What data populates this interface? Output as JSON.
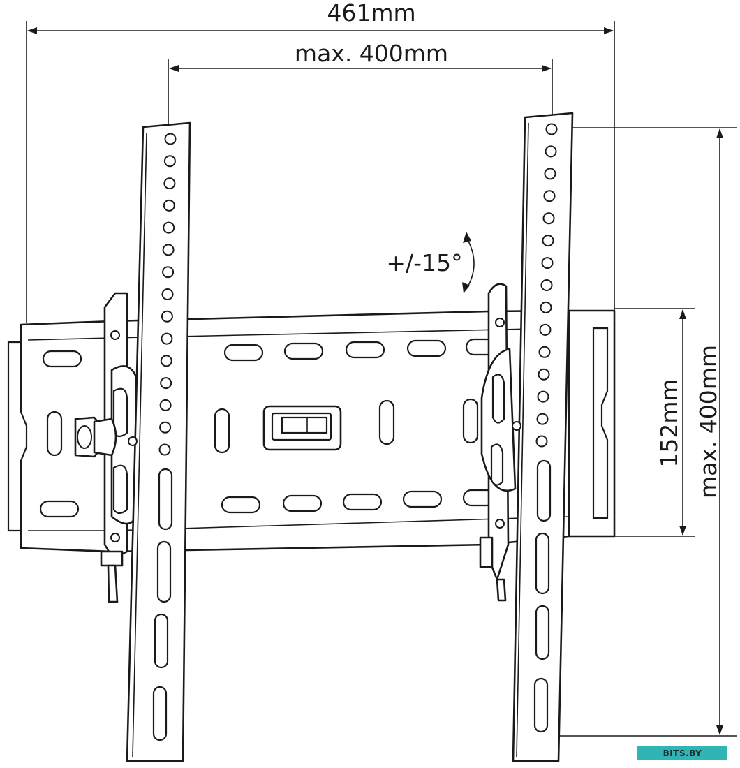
{
  "dimensions": {
    "overall_width": "461mm",
    "vesa_horizontal": "max. 400mm",
    "vesa_vertical": "max. 400mm",
    "wall_plate_height": "152mm",
    "tilt": "+/-15°"
  },
  "watermark": {
    "text": "BITS.BY",
    "background": "#2fb5b5",
    "color": "#1b2a2a"
  },
  "colors": {
    "line": "#1a1a1a",
    "background": "#ffffff"
  }
}
